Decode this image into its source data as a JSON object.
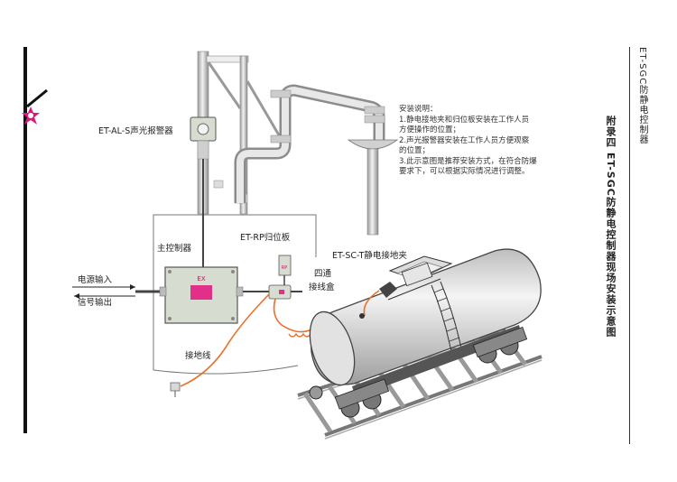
{
  "vertical_title": "ET-SGC防静电控制器",
  "appendix_title": "附录四  ET-SGC防静电控制器现场安装示意图",
  "install_notes": {
    "heading": "安装说明：",
    "lines": [
      "1.静电接地夹和归位板安装在工作人员",
      "   方便操作的位置；",
      "2.声光报警器安装在工作人员方便观察",
      "   的位置；",
      "3.此示意图是推荐安装方式，在符合防爆",
      "   要求下，可以根据实际情况进行调整。"
    ]
  },
  "labels": {
    "alarm": "ET-AL-S声光报警器",
    "main_controller": "主控制器",
    "return_plate": "ET-RP归位板",
    "clamp": "ET-SC-T静电接地夹",
    "junction_box_line1": "四通",
    "junction_box_line2": "接线盒",
    "power_in": "电源输入",
    "signal_out": "信号输出",
    "ground_wire": "接地线",
    "ex_mark": "EX",
    "rp_mark": "RP"
  },
  "colors": {
    "cable": "#e8702a",
    "controller_fill": "#d6ddd0",
    "controller_stroke": "#555555",
    "ex_badge": "#e0308a",
    "logo": "#d81b7a",
    "pipe": "#cfcfcf"
  }
}
